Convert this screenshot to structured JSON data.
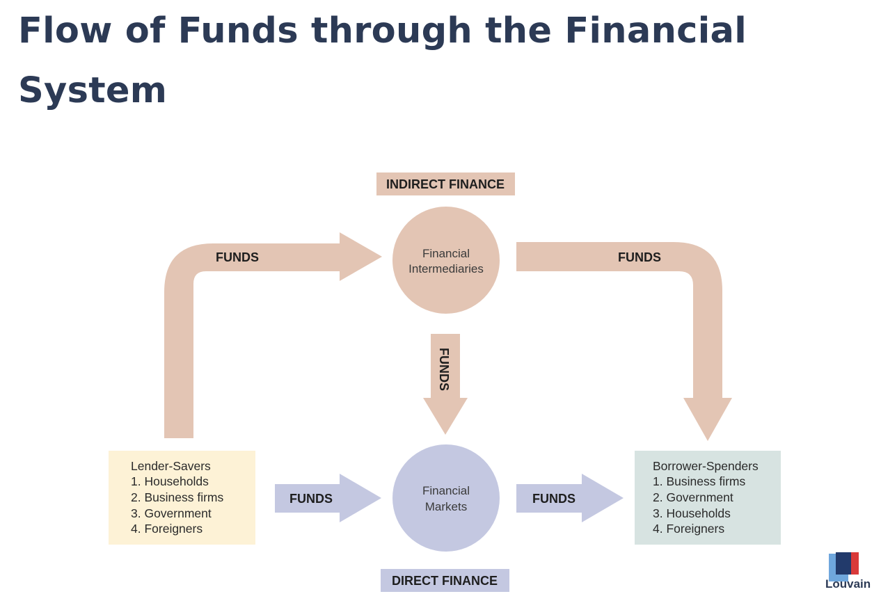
{
  "title": "Flow of Funds through the Financial System",
  "diagram": {
    "indirect_finance_label": "INDIRECT FINANCE",
    "direct_finance_label": "DIRECT FINANCE",
    "funds_label": "FUNDS",
    "intermediaries": {
      "line1": "Financial",
      "line2": "Intermediaries"
    },
    "markets": {
      "line1": "Financial",
      "line2": "Markets"
    },
    "lenders": {
      "heading": "Lender-Savers",
      "items": [
        "1. Households",
        "2. Business firms",
        "3. Government",
        "4. Foreigners"
      ]
    },
    "borrowers": {
      "heading": "Borrower-Spenders",
      "items": [
        "1. Business firms",
        "2. Government",
        "3. Households",
        "4. Foreigners"
      ]
    }
  },
  "colors": {
    "title": "#2c3a55",
    "indirect": "#e3c5b4",
    "direct": "#c4c8e1",
    "lender_box": "#fdf2d6",
    "borrower_box": "#d7e3e1"
  },
  "logo": {
    "text": "Louvain"
  }
}
